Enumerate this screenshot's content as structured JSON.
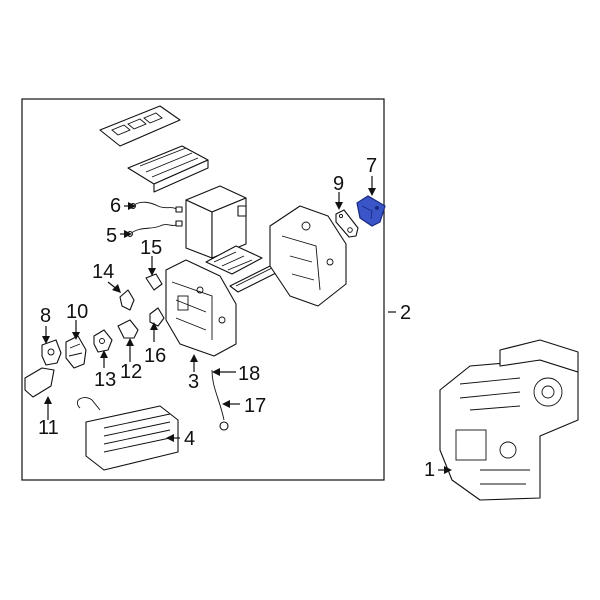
{
  "diagram": {
    "callouts": [
      {
        "id": "1",
        "label": "1"
      },
      {
        "id": "2",
        "label": "2"
      },
      {
        "id": "3",
        "label": "3"
      },
      {
        "id": "4",
        "label": "4"
      },
      {
        "id": "5",
        "label": "5"
      },
      {
        "id": "6",
        "label": "6"
      },
      {
        "id": "7",
        "label": "7"
      },
      {
        "id": "8",
        "label": "8"
      },
      {
        "id": "9",
        "label": "9"
      },
      {
        "id": "10",
        "label": "10"
      },
      {
        "id": "11",
        "label": "11"
      },
      {
        "id": "12",
        "label": "12"
      },
      {
        "id": "13",
        "label": "13"
      },
      {
        "id": "14",
        "label": "14"
      },
      {
        "id": "15",
        "label": "15"
      },
      {
        "id": "16",
        "label": "16"
      },
      {
        "id": "17",
        "label": "17"
      },
      {
        "id": "18",
        "label": "18"
      }
    ],
    "colors": {
      "line": "#111111",
      "highlight_fill": "#3a55c8",
      "highlight_stroke": "#1a2a80",
      "background": "#ffffff"
    },
    "highlighted_part": "7"
  }
}
